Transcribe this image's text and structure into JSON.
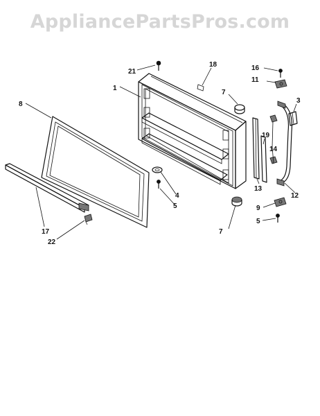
{
  "watermark": "AppliancePartsPros.com",
  "labels": {
    "l1": "1",
    "l3": "3",
    "l4": "4",
    "l5a": "5",
    "l5b": "5",
    "l7a": "7",
    "l7b": "7",
    "l8": "8",
    "l9": "9",
    "l11": "11",
    "l12": "12",
    "l13": "13",
    "l14": "14",
    "l16": "16",
    "l17": "17",
    "l18": "18",
    "l19": "19",
    "l21": "21",
    "l22": "22"
  }
}
